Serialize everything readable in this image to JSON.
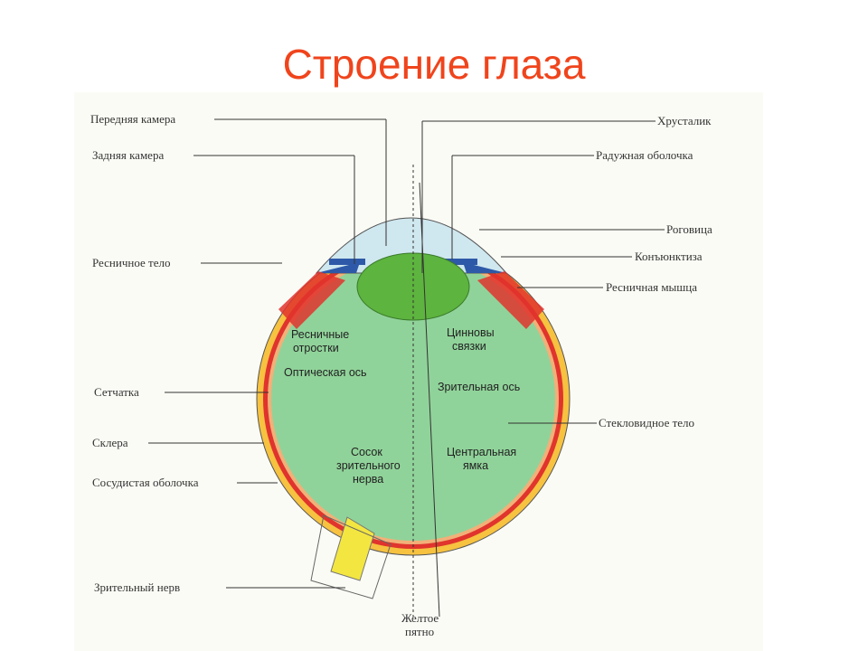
{
  "title": "Строение глаза",
  "colors": {
    "title": "#f0441c",
    "vitreous": "#90d39a",
    "lens": "#5db43e",
    "cornea_chamber": "#cfe7ef",
    "iris": "#2e59a8",
    "sclera": "#f6c240",
    "choroid": "#e0342d",
    "optic_nerve": "#f3e640"
  },
  "labels": {
    "anterior_chamber": "Передняя камера",
    "posterior_chamber": "Задняя камера",
    "ciliary_body": "Ресничное тело",
    "retina": "Сетчатка",
    "sclera": "Склера",
    "choroid": "Сосудистая оболочка",
    "optic_nerve": "Зрительный нерв",
    "lens": "Хрусталик",
    "iris": "Радужная оболочка",
    "cornea": "Роговица",
    "conjunctiva": "Конъюнктиза",
    "ciliary_muscle": "Ресничная мышца",
    "vitreous_body": "Стекловидное тело",
    "macula_1": "Желтое",
    "macula_2": "пятно"
  },
  "inner_labels": {
    "ciliary_processes_1": "Ресничные",
    "ciliary_processes_2": "отростки",
    "zonule_1": "Цинновы",
    "zonule_2": "связки",
    "optical_axis": "Оптическая ось",
    "visual_axis": "Зрительная ось",
    "optic_disc_1": "Сосок",
    "optic_disc_2": "зрительного",
    "optic_disc_3": "нерва",
    "fovea_1": "Центральная",
    "fovea_2": "ямка"
  }
}
